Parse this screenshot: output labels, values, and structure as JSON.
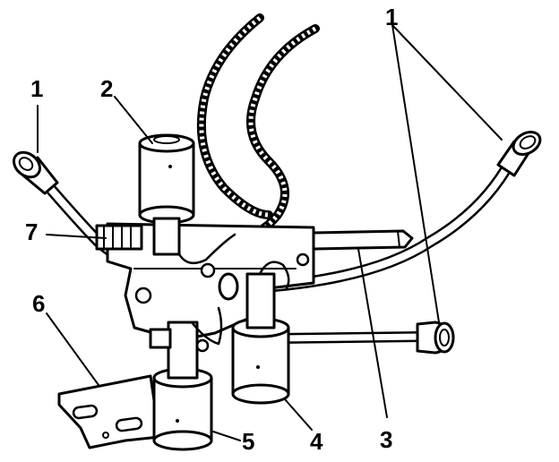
{
  "callouts": {
    "c1_left": "1",
    "c1_right": "1",
    "c2": "2",
    "c3": "3",
    "c4": "4",
    "c5": "5",
    "c6": "6",
    "c7": "7"
  },
  "colors": {
    "ink": "#000000",
    "paper": "#ffffff"
  }
}
